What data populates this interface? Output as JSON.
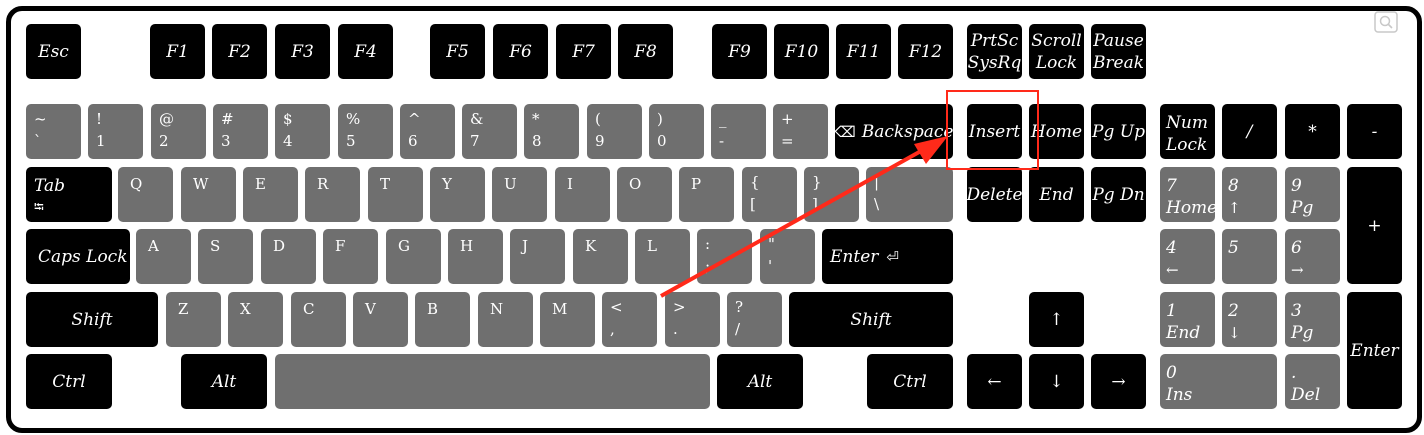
{
  "function_row": [
    {
      "id": "esc",
      "label": "Esc"
    },
    {
      "id": "f1",
      "label": "F1"
    },
    {
      "id": "f2",
      "label": "F2"
    },
    {
      "id": "f3",
      "label": "F3"
    },
    {
      "id": "f4",
      "label": "F4"
    },
    {
      "id": "f5",
      "label": "F5"
    },
    {
      "id": "f6",
      "label": "F6"
    },
    {
      "id": "f7",
      "label": "F7"
    },
    {
      "id": "f8",
      "label": "F8"
    },
    {
      "id": "f9",
      "label": "F9"
    },
    {
      "id": "f10",
      "label": "F10"
    },
    {
      "id": "f11",
      "label": "F11"
    },
    {
      "id": "f12",
      "label": "F12"
    },
    {
      "id": "prtsc",
      "top": "PrtSc",
      "bottom": "SysRq"
    },
    {
      "id": "scroll",
      "top": "Scroll",
      "bottom": "Lock"
    },
    {
      "id": "pause",
      "top": "Pause",
      "bottom": "Break"
    }
  ],
  "number_row": [
    {
      "top": "~",
      "bottom": "`"
    },
    {
      "top": "!",
      "bottom": "1"
    },
    {
      "top": "@",
      "bottom": "2"
    },
    {
      "top": "#",
      "bottom": "3"
    },
    {
      "top": "$",
      "bottom": "4"
    },
    {
      "top": "%",
      "bottom": "5"
    },
    {
      "top": "^",
      "bottom": "6"
    },
    {
      "top": "&",
      "bottom": "7"
    },
    {
      "top": "*",
      "bottom": "8"
    },
    {
      "top": "(",
      "bottom": "9"
    },
    {
      "top": ")",
      "bottom": "0"
    },
    {
      "top": "_",
      "bottom": "-"
    },
    {
      "top": "+",
      "bottom": "="
    }
  ],
  "backspace": {
    "icon": "⌫",
    "label": "Backspace"
  },
  "tab": {
    "label": "Tab",
    "sub": "⭾"
  },
  "qwerty": [
    "Q",
    "W",
    "E",
    "R",
    "T",
    "Y",
    "U",
    "I",
    "O",
    "P"
  ],
  "bracket_keys": [
    {
      "top": "{",
      "bottom": "["
    },
    {
      "top": "}",
      "bottom": "]"
    },
    {
      "top": "|",
      "bottom": "\\"
    }
  ],
  "caps_lock": "Caps Lock",
  "home_row": [
    "A",
    "S",
    "D",
    "F",
    "G",
    "H",
    "J",
    "K",
    "L"
  ],
  "semicolon_keys": [
    {
      "top": ":",
      "bottom": ";"
    },
    {
      "top": "\"",
      "bottom": "'"
    }
  ],
  "enter": {
    "label": "Enter",
    "icon": "⏎"
  },
  "shift_left": "Shift",
  "bottom_row": [
    "Z",
    "X",
    "C",
    "V",
    "B",
    "N",
    "M"
  ],
  "comma_keys": [
    {
      "top": "<",
      "bottom": ","
    },
    {
      "top": ">",
      "bottom": "."
    },
    {
      "top": "?",
      "bottom": "/"
    }
  ],
  "shift_right": "Shift",
  "ctrl_left": "Ctrl",
  "alt_left": "Alt",
  "alt_right": "Alt",
  "ctrl_right": "Ctrl",
  "nav_cluster": {
    "insert": "Insert",
    "home": "Home",
    "pgup": "Pg Up",
    "delete": "Delete",
    "end": "End",
    "pgdn": "Pg Dn"
  },
  "arrows": {
    "up": "↑",
    "left": "←",
    "down": "↓",
    "right": "→"
  },
  "numpad": {
    "numlock": {
      "top": "Num",
      "bottom": "Lock"
    },
    "slash": "/",
    "star": "*",
    "minus": "-",
    "plus": "+",
    "enter": "Enter",
    "k7": {
      "top": "7",
      "bottom": "Home"
    },
    "k8": {
      "top": "8",
      "bottom": "↑"
    },
    "k9": {
      "top": "9",
      "bottom": "Pg Up"
    },
    "k4": {
      "top": "4",
      "bottom": "←"
    },
    "k5": {
      "top": "5",
      "bottom": ""
    },
    "k6": {
      "top": "6",
      "bottom": "→"
    },
    "k1": {
      "top": "1",
      "bottom": "End"
    },
    "k2": {
      "top": "2",
      "bottom": "↓"
    },
    "k3": {
      "top": "3",
      "bottom": "Pg Dn"
    },
    "k0": {
      "top": "0",
      "bottom": "Ins"
    },
    "kdot": {
      "top": ".",
      "bottom": "Del"
    }
  },
  "colors": {
    "key_dark": "#000000",
    "key_gray": "#6f6f6f",
    "highlight": "#ff2a1a"
  }
}
